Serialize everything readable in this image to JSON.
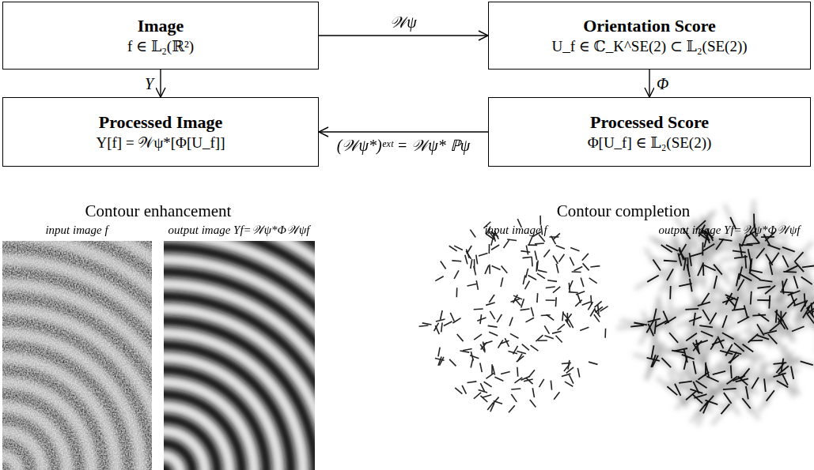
{
  "diagram": {
    "nodes": [
      {
        "text": [
          "Image",
          "f ∈ 𝕃₂(ℝ²)"
        ]
      },
      {
        "text": [
          "Orientation Score",
          "U_f ∈ ℂ_K^SE(2) ⊂ 𝕃₂(SE(2))"
        ]
      },
      {
        "text": [
          "Processed Image",
          "Υ[f] = 𝒲ψ*[Φ[U_f]]"
        ]
      },
      {
        "text": [
          "Processed Score",
          "Φ[U_f] ∈ 𝕃₂(SE(2))"
        ]
      }
    ],
    "edges": [
      {
        "from": 0,
        "to": 1,
        "label": "𝒲ψ",
        "arrow": "to"
      },
      {
        "from": 1,
        "to": 3,
        "label": "Φ",
        "arrow": "to"
      },
      {
        "from": 3,
        "to": 2,
        "label": "(𝒲ψ*)ᵉˣᵗ = 𝒲ψ* ℙψ",
        "arrow": "to"
      },
      {
        "from": 0,
        "to": 2,
        "label": "Υ",
        "arrow": "to"
      }
    ],
    "labels": [
      "Contour enhancement",
      "input image f",
      "output image Υf=𝒲ψ*Φ𝒲ψf",
      "Contour completion",
      "input image f",
      "output image Υf=𝒲ψ*Φ𝒲ψf"
    ]
  }
}
